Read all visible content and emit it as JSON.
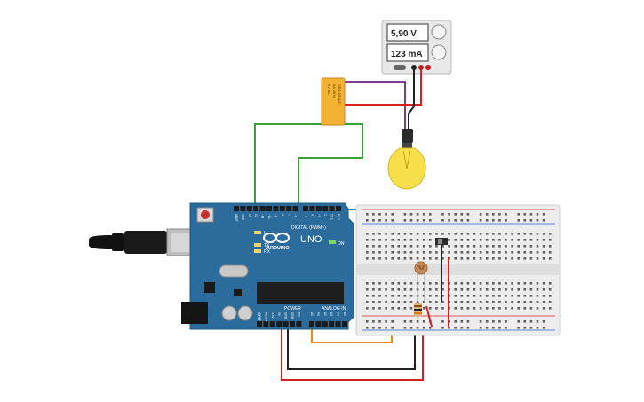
{
  "power_supply": {
    "voltage": "5,90 V",
    "current": "123 mA"
  },
  "relay": {
    "lines": [
      "5V DC",
      "5A 250V",
      "SRD-05VDC"
    ]
  },
  "arduino": {
    "brand": "ARDUINO",
    "model": "UNO",
    "digital_label": "DIGITAL (PWM~)",
    "power_label": "POWER",
    "analog_label": "ANALOG IN",
    "on_label": "ON",
    "tx_label": "TX",
    "rx_label": "RX",
    "l_label": "L",
    "top_pins": [
      "AREF",
      "GND",
      "13",
      "12",
      "~11",
      "~10",
      "~9",
      "8",
      "7",
      "~6",
      "~5",
      "4",
      "~3",
      "2",
      "TX 1",
      "RX 0"
    ],
    "power_pins": [
      "IOREF",
      "RESET",
      "3.3V",
      "5V",
      "GND",
      "GND",
      "Vin"
    ],
    "analog_pins": [
      "A0",
      "A1",
      "A2",
      "A3",
      "A4",
      "A5"
    ]
  },
  "colors": {
    "board": "#2b6c9c",
    "relay": "#f2b233",
    "bulb": "#f8e04a",
    "wire_green": "#3ca13c",
    "wire_red": "#d42020",
    "wire_black": "#222222",
    "wire_purple": "#7a3f8a",
    "wire_orange": "#ee8a12",
    "wire_blue": "#2a8ac8"
  }
}
